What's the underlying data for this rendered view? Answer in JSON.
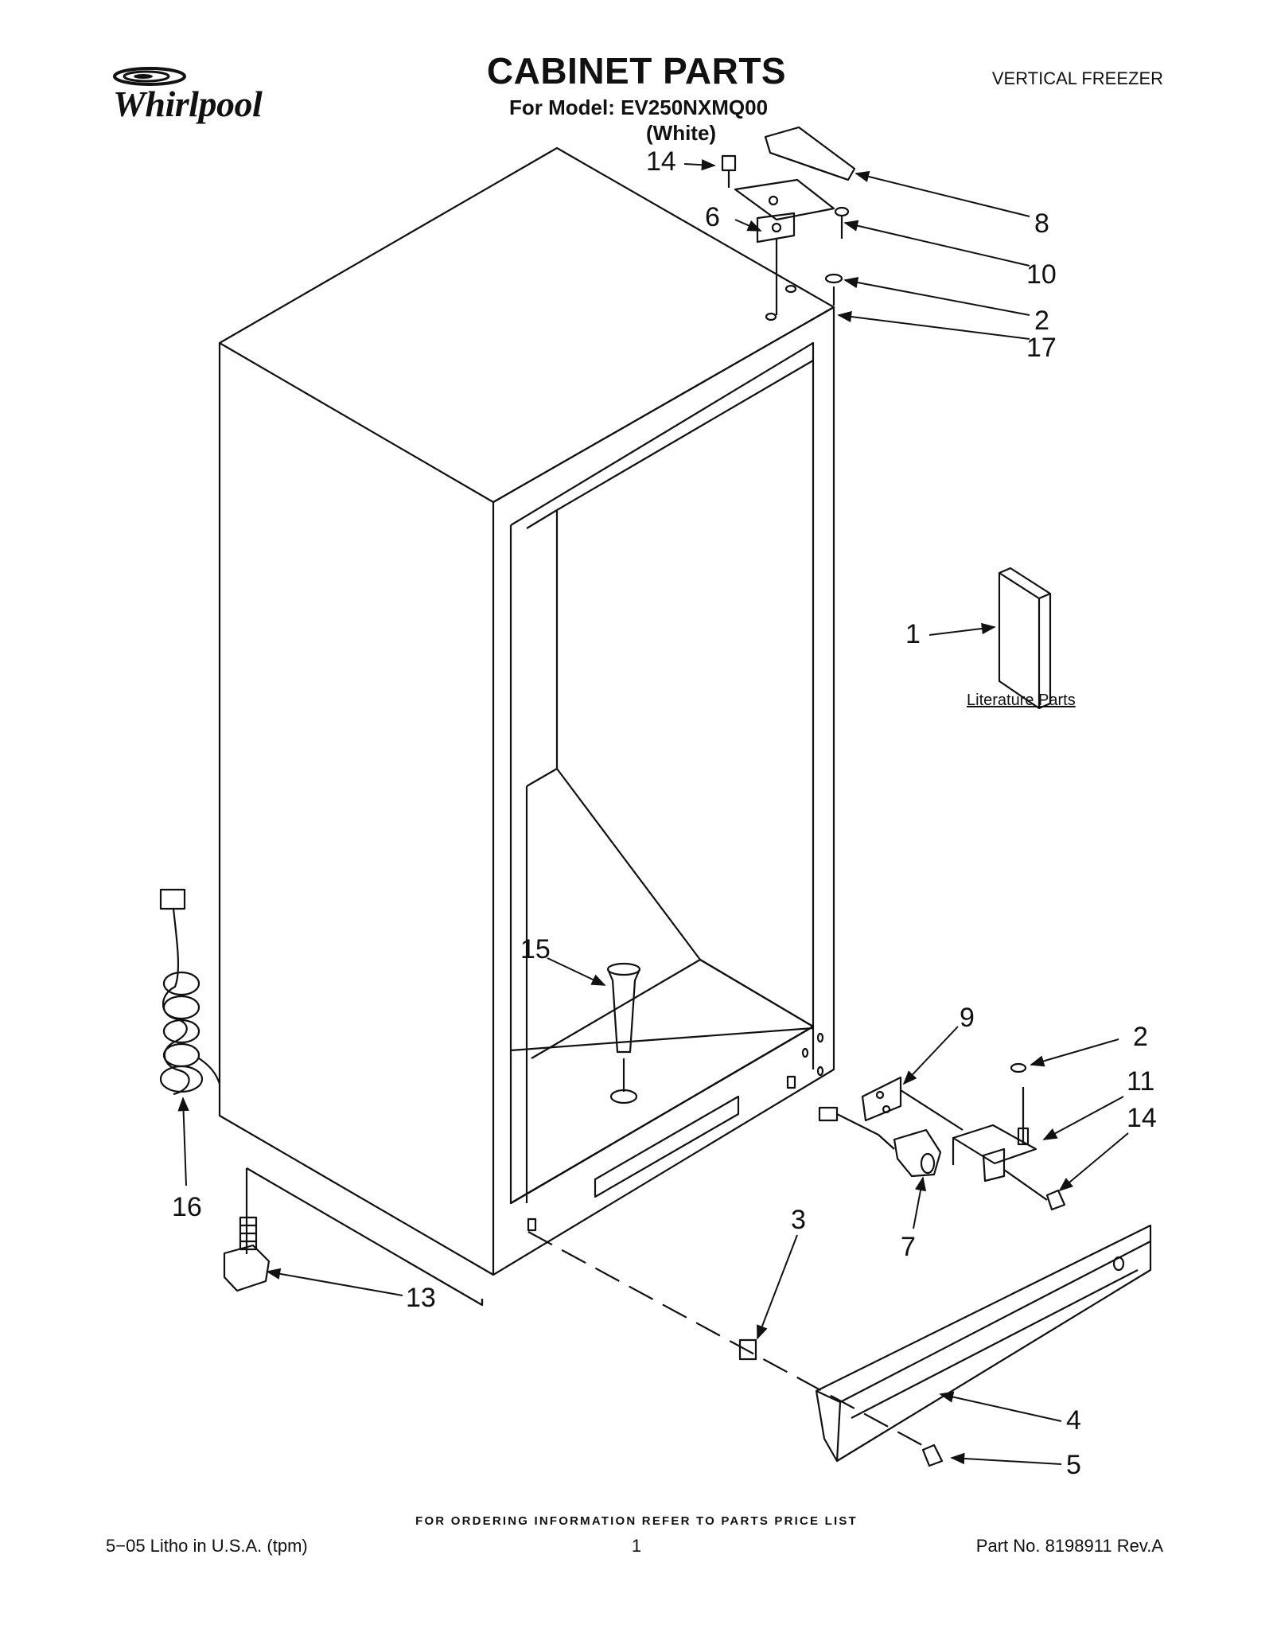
{
  "header": {
    "brand": "Whirlpool",
    "title": "CABINET PARTS",
    "model_line": "For Model: EV250NXMQ00",
    "color_line": "(White)",
    "category": "VERTICAL FREEZER"
  },
  "parts_callouts": {
    "p1": "1",
    "p2_top": "2",
    "p2_bottom": "2",
    "p3": "3",
    "p4": "4",
    "p5": "5",
    "p6": "6",
    "p7": "7",
    "p8": "8",
    "p9": "9",
    "p10": "10",
    "p11": "11",
    "p13": "13",
    "p14_top": "14",
    "p14_bottom": "14",
    "p15": "15",
    "p16": "16",
    "p17": "17"
  },
  "literature_label": "Literature Parts",
  "footer": {
    "ordering_note": "FOR ORDERING INFORMATION REFER TO PARTS PRICE LIST",
    "litho": "5−05 Litho in U.S.A. (tpm)",
    "page": "1",
    "part_no": "Part No. 8198911 Rev.A"
  }
}
